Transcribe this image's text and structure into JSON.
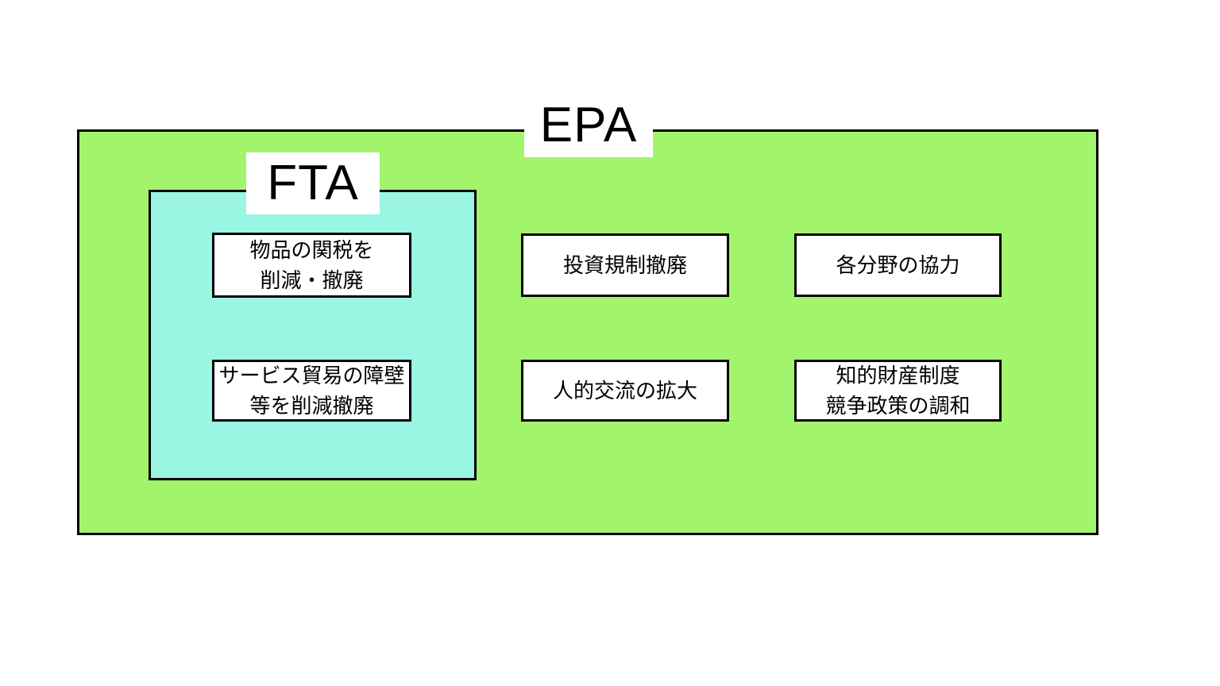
{
  "epa": {
    "label": "EPA",
    "fill": "#a3f46d",
    "items": [
      {
        "lines": [
          "投資規制撤廃"
        ]
      },
      {
        "lines": [
          "各分野の協力"
        ]
      },
      {
        "lines": [
          "人的交流の拡大"
        ]
      },
      {
        "lines": [
          "知的財産制度",
          "競争政策の調和"
        ]
      }
    ]
  },
  "fta": {
    "label": "FTA",
    "fill": "#9af5e3",
    "items": [
      {
        "lines": [
          "物品の関税を",
          "削減・撤廃"
        ]
      },
      {
        "lines": [
          "サービス貿易の障壁",
          "等を削減撤廃"
        ]
      }
    ]
  },
  "colors": {
    "epa_fill": "#a3f46d",
    "fta_fill": "#9af5e3",
    "border": "#000000",
    "item_box_fill": "#ffffff",
    "text": "#000000",
    "page_background": "#ffffff"
  }
}
